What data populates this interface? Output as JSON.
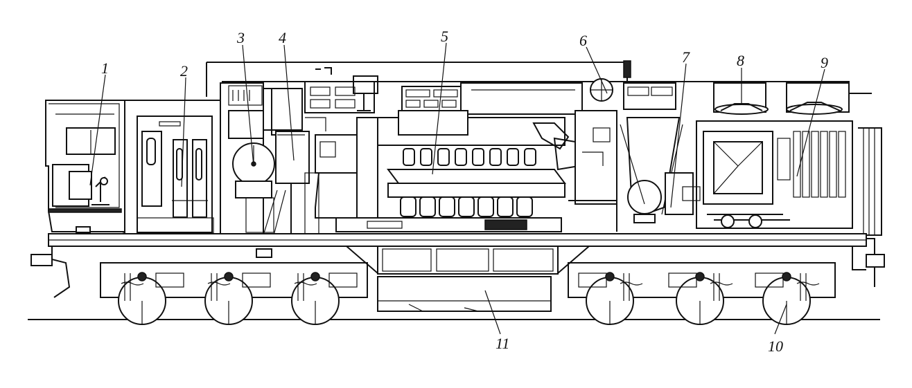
{
  "diagram": {
    "callouts": [
      "1",
      "2",
      "3",
      "4",
      "5",
      "6",
      "7",
      "8",
      "9",
      "10",
      "11"
    ]
  },
  "colors": {
    "ink": "#111111",
    "paper": "#ffffff"
  }
}
